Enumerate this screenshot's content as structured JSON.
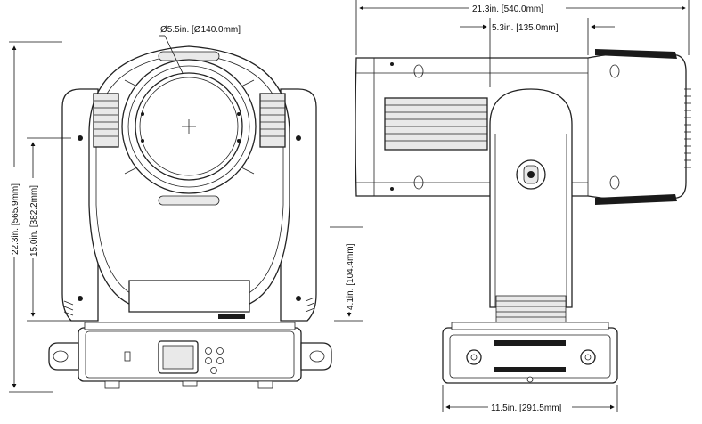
{
  "dimensions": {
    "lens_diameter": "Ø5.5in. [Ø140.0mm]",
    "total_height": "22.3in. [565.9mm]",
    "head_height": "15.0in. [382.2mm]",
    "base_height": "4.1in. [104.4mm]",
    "total_length": "21.3in. [540.0mm]",
    "offset_length": "5.3in. [135.0mm]",
    "base_width": "11.5in. [291.5mm]"
  }
}
